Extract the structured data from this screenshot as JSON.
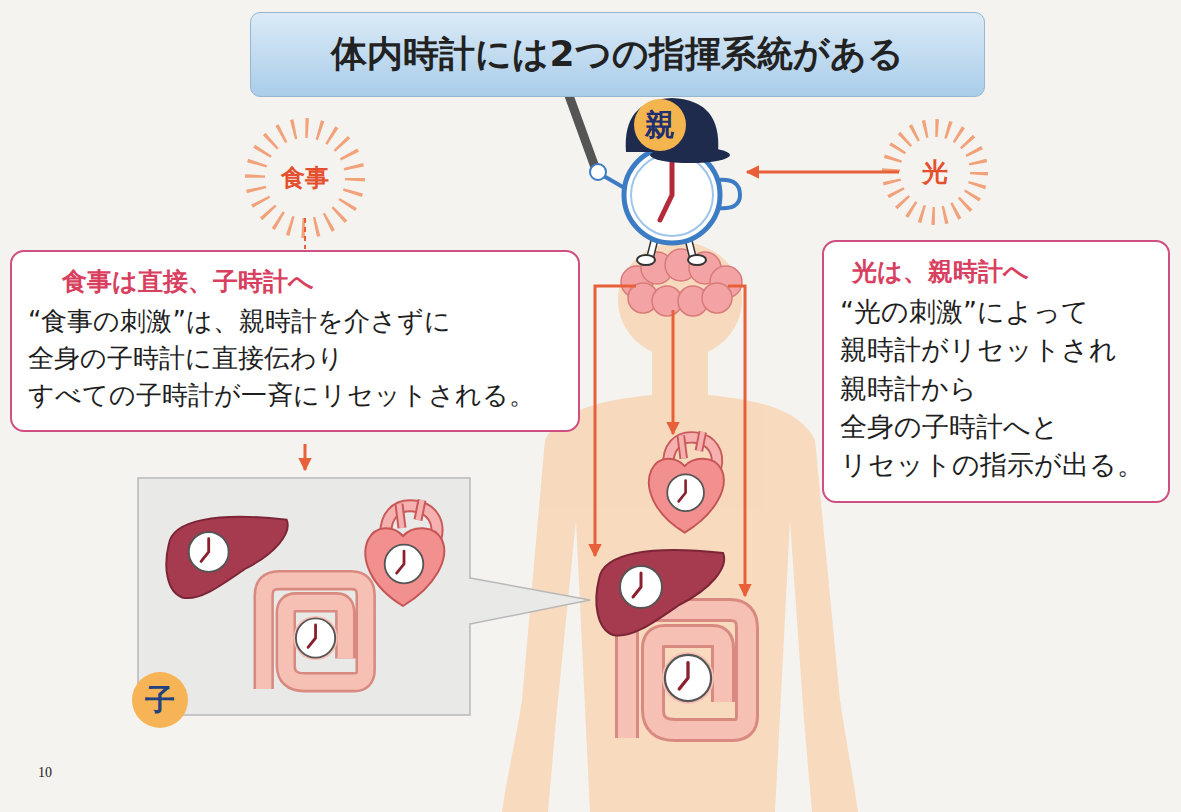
{
  "diagram": {
    "title": "体内時計には2つの指揮系統がある",
    "nodes": [
      {
        "text": [
          "食事"
        ]
      },
      {
        "text": [
          "親"
        ]
      },
      {
        "text": [
          "光"
        ]
      },
      {
        "text": [
          "食事は直接、子時計へ",
          "“食事の刺激”は、親時計を介さずに 全身の子時計に直接伝わり すべての子時計が一斉にリセットされる。"
        ]
      },
      {
        "text": [
          "光は、親時計へ",
          "“光の刺激”によって 親時計がリセットされ 親時計から 全身の子時計へと リセットの指示が出る。"
        ]
      },
      {
        "text": [
          "子"
        ]
      }
    ],
    "edges": [
      {
        "from": 0,
        "to": 3,
        "arrow": "none"
      },
      {
        "from": 2,
        "to": 1,
        "arrow": "to"
      }
    ],
    "labels": [
      "10"
    ]
  }
}
